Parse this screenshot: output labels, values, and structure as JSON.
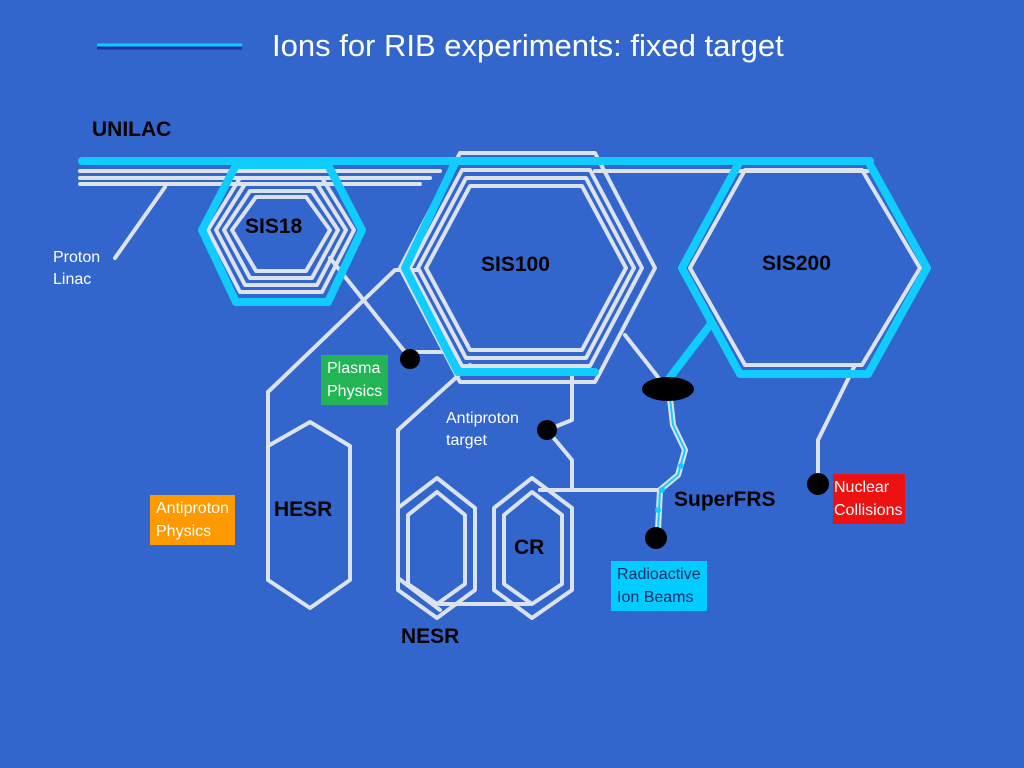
{
  "slide": {
    "title": "Ions for RIB experiments: fixed target"
  },
  "labels": {
    "unilac": "UNILAC",
    "proton_linac_line1": "Proton",
    "proton_linac_line2": "Linac",
    "sis18": "SIS18",
    "sis100": "SIS100",
    "sis200": "SIS200",
    "hesr": "HESR",
    "cr": "CR",
    "nesr": "NESR",
    "superfrs": "SuperFRS",
    "antiproton_target_line1": "Antiproton",
    "antiproton_target_line2": "target"
  },
  "boxes": {
    "plasma_physics": {
      "line1": "Plasma",
      "line2": "Physics",
      "color": "#22b455"
    },
    "antiproton_physics": {
      "line1": "Antiproton",
      "line2": "Physics",
      "color": "#ff9900"
    },
    "nuclear_collisions": {
      "line1": "Nuclear",
      "line2": "Collisions",
      "color": "#ee1111"
    },
    "radioactive_ion_beams": {
      "line1": "Radioactive",
      "line2": "Ion Beams",
      "color": "#00ccff"
    }
  },
  "colors": {
    "background": "#3366cc",
    "beamline": "#dde3ee",
    "highlight": "#11ccff",
    "target": "#000000"
  }
}
